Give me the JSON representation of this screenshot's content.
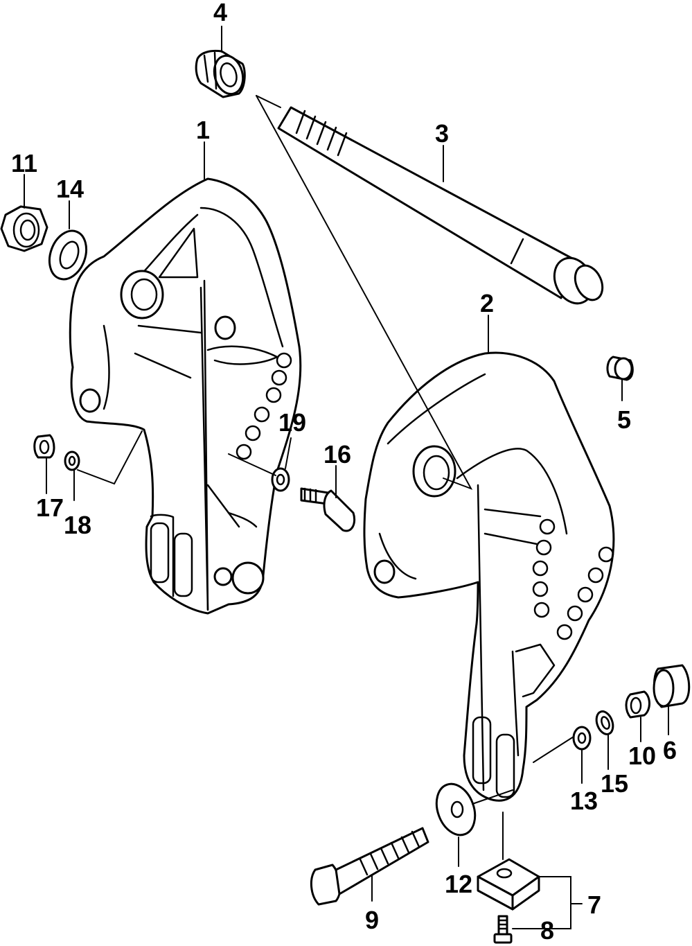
{
  "diagram": {
    "background": "#ffffff",
    "line_color": "#000000",
    "callouts": [
      {
        "id": "c1",
        "label": "1"
      },
      {
        "id": "c2",
        "label": "2"
      },
      {
        "id": "c3",
        "label": "3"
      },
      {
        "id": "c4",
        "label": "4"
      },
      {
        "id": "c5",
        "label": "5"
      },
      {
        "id": "c6",
        "label": "6"
      },
      {
        "id": "c7",
        "label": "7"
      },
      {
        "id": "c8",
        "label": "8"
      },
      {
        "id": "c9",
        "label": "9"
      },
      {
        "id": "c10",
        "label": "10"
      },
      {
        "id": "c11",
        "label": "11"
      },
      {
        "id": "c12",
        "label": "12"
      },
      {
        "id": "c13",
        "label": "13"
      },
      {
        "id": "c14",
        "label": "14"
      },
      {
        "id": "c15",
        "label": "15"
      },
      {
        "id": "c16",
        "label": "16"
      },
      {
        "id": "c17",
        "label": "17"
      },
      {
        "id": "c18",
        "label": "18"
      },
      {
        "id": "c19",
        "label": "19"
      }
    ]
  }
}
